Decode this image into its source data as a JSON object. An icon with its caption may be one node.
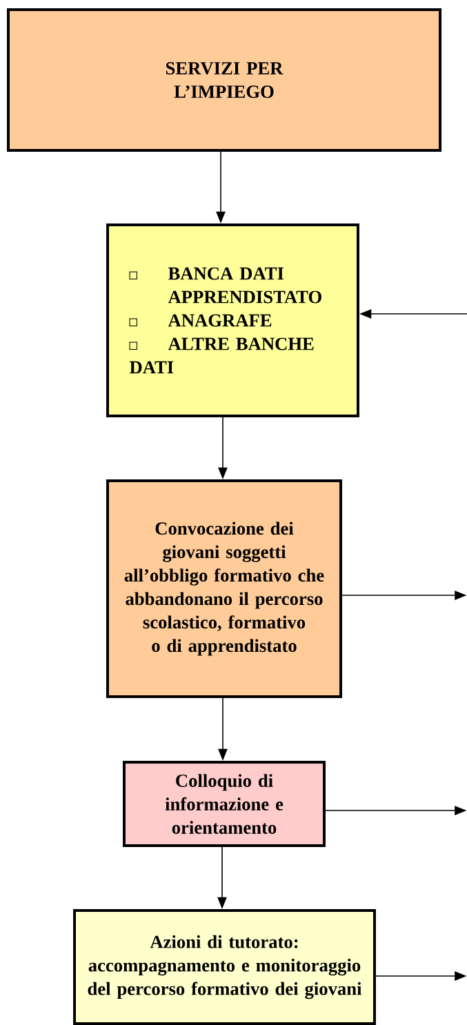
{
  "diagram": {
    "nodes": [
      {
        "text": [
          "SERVIZI PER L’IMPIEGO"
        ]
      },
      {
        "text": [
          "BANCA DATI APPRENDISTATO",
          "ANAGRAFE",
          "ALTRE BANCHE DATI"
        ]
      },
      {
        "text": [
          "Convocazione dei giovani soggetti all’obbligo formativo che abbandonano il percorso scolastico, formativo o di apprendistato"
        ]
      },
      {
        "text": [
          "Colloquio di informazione e orientamento"
        ]
      },
      {
        "text": [
          "Azioni di tutorato: accompagnamento e monitoraggio del percorso formativo dei giovani"
        ]
      }
    ],
    "edges": [
      {
        "from": 0,
        "to": 1,
        "arrow": "to"
      },
      {
        "from": null,
        "to": 1,
        "arrow": "to"
      },
      {
        "from": 1,
        "to": 2,
        "arrow": "to"
      },
      {
        "from": 2,
        "to": null,
        "arrow": "to"
      },
      {
        "from": 2,
        "to": 3,
        "arrow": "to"
      },
      {
        "from": 3,
        "to": null,
        "arrow": "to"
      },
      {
        "from": 3,
        "to": 4,
        "arrow": "to"
      },
      {
        "from": 4,
        "to": null,
        "arrow": "to"
      }
    ]
  }
}
